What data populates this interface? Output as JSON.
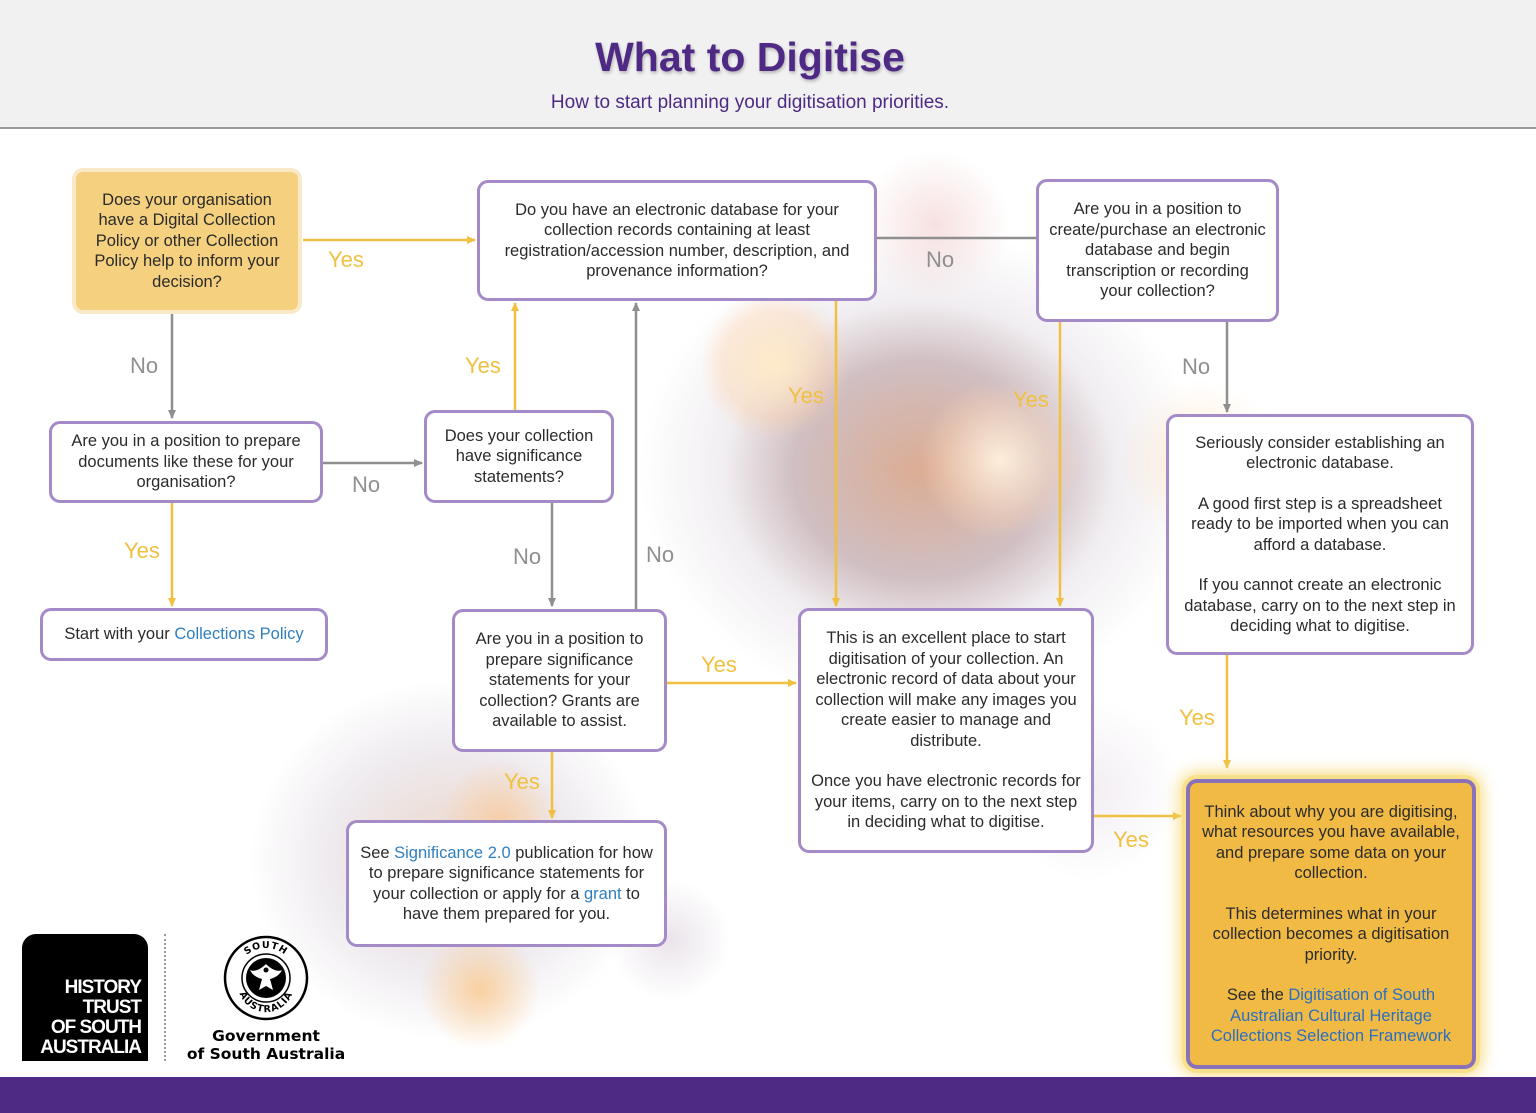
{
  "header": {
    "title": "What to Digitise",
    "subtitle": "How to start planning your digitisation priorities."
  },
  "nodes": {
    "policy_question": "Does your organisation have a Digital Collection Policy or other Collection Policy help to inform your decision?",
    "prepare_documents_question": "Are you in a position to prepare documents like these for your organisation?",
    "start_policy": {
      "before": "Start with your ",
      "link": "Collections Policy"
    },
    "database_question": "Do you have an electronic database for your collection records containing at least registration/accession number, description, and provenance information?",
    "significance_question": "Does your collection have significance statements?",
    "prepare_significance_question": "Are you in a position to prepare significance statements for your collection? Grants are available to assist.",
    "significance_publication": {
      "part1": "See ",
      "link1": "Significance 2.0",
      "part2": " publication for how to prepare significance statements for your collection or apply for a ",
      "link2": "grant",
      "part3": " to have them prepared for you."
    },
    "create_database_question": "Are you in a position to create/purchase an electronic database and begin transcription or recording your collection?",
    "establish_database": {
      "p1": "Seriously consider establishing an electronic database.",
      "p2": "A good first step is a spreadsheet ready to be imported when you can afford a database.",
      "p3": "If you cannot create an electronic database, carry on to the next step in deciding what to digitise."
    },
    "excellent_place": {
      "p1": "This is an excellent place to start digitisation of your collection. An electronic record of data about your collection will make any images you create easier to manage and distribute.",
      "p2": "Once you have electronic records for your items, carry on to the next step in deciding what to digitise."
    },
    "think_about": {
      "p1": "Think about why you are digitising, what resources you have available, and prepare some data on your collection.",
      "p2": "This determines what in your collection becomes a digitisation priority.",
      "p3_before": "See the ",
      "p3_link": "Digitisation of South Australian Cultural Heritage Collections Selection Framework"
    }
  },
  "labels": {
    "yes": "Yes",
    "no": "No"
  },
  "logos": {
    "history_trust": "HISTORY\nTRUST\nOF SOUTH\nAUSTRALIA",
    "government": "Government\nof South Australia",
    "crest_text": "SOUTH AUSTRALIA"
  },
  "colors": {
    "brand_purple": "#4e2a84",
    "box_border": "#a58ac8",
    "yes_arrow": "#f0c040",
    "no_arrow": "#8f8f8f",
    "link": "#2f7fbf",
    "final_fill": "#f1ba45",
    "policy_fill": "#f4d07f"
  }
}
